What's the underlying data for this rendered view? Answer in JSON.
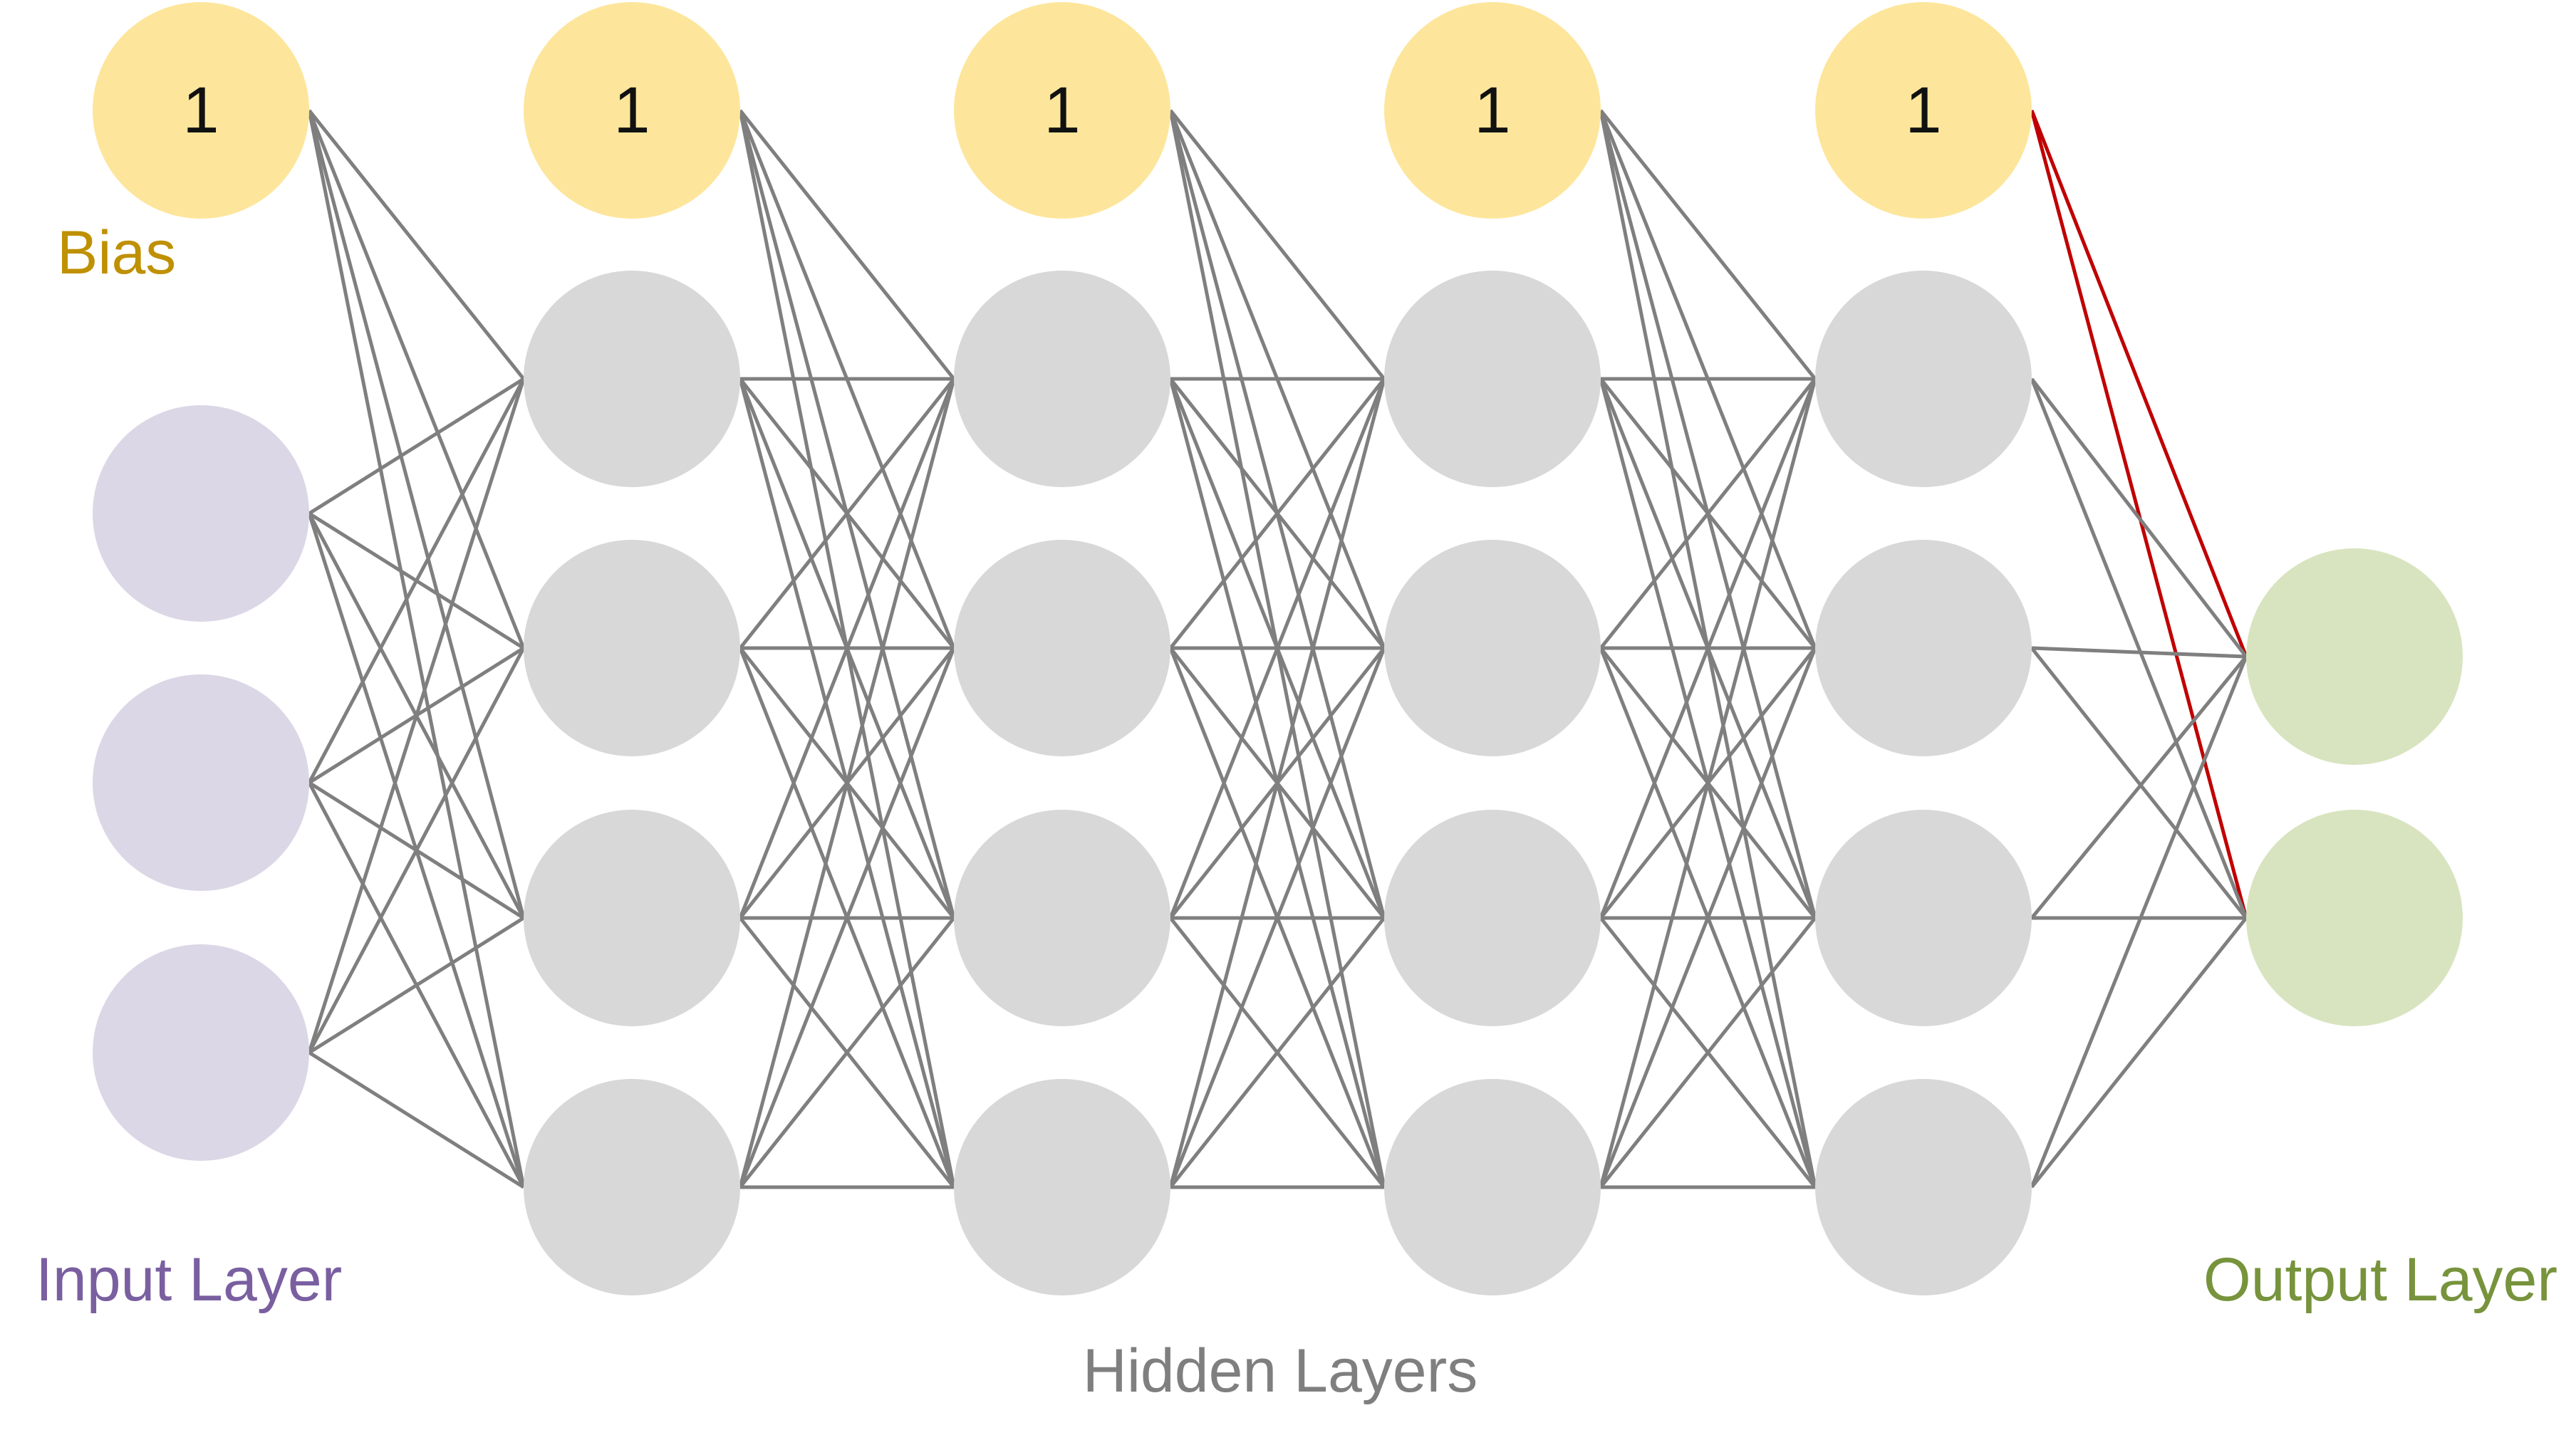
{
  "labels": {
    "bias": "Bias",
    "input": "Input Layer",
    "hidden": "Hidden Layers",
    "output": "Output Layer"
  },
  "bias_value": "1",
  "network": {
    "input_units": 3,
    "hidden_layers": 4,
    "hidden_units_per_layer": 4,
    "output_units": 2,
    "bias_per_layer": true,
    "highlighted_connections": "final bias to both output units"
  },
  "colors": {
    "bias_node": "#FDE69B",
    "input_node": "#DCD7E6",
    "hidden_node": "#D8D8D8",
    "output_node": "#D8E4BF",
    "connection": "#7F7F7F",
    "highlight_connection": "#C00000",
    "bias_label": "#BF9000",
    "input_label": "#7A5FA0",
    "hidden_label": "#7F7F7F",
    "output_label": "#77933C"
  }
}
